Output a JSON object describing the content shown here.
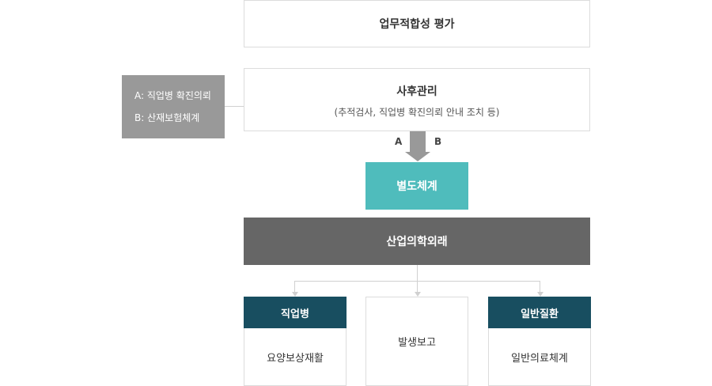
{
  "evaluation": "업무적합성 평가",
  "aftercare": {
    "title": "사후관리",
    "subtitle": "(추적검사, 직업병 확진의뢰 안내 조치 등)"
  },
  "legend": {
    "a": "A: 직업병 확진의뢰",
    "b": "B: 산재보험체계"
  },
  "arrow_labels": {
    "a": "A",
    "b": "B"
  },
  "separate_system": "별도체계",
  "industrial_clinic": "산업의학외래",
  "branches": [
    {
      "header": "직업병",
      "body": "요양보상재활"
    },
    {
      "header": "",
      "body": "발생보고"
    },
    {
      "header": "일반질환",
      "body": "일반의료체계"
    }
  ],
  "colors": {
    "teal": "#4fbcbc",
    "dark_gray": "#666666",
    "navy_header": "#184e60",
    "legend_gray": "#999999",
    "arrow_gray": "#999999"
  }
}
